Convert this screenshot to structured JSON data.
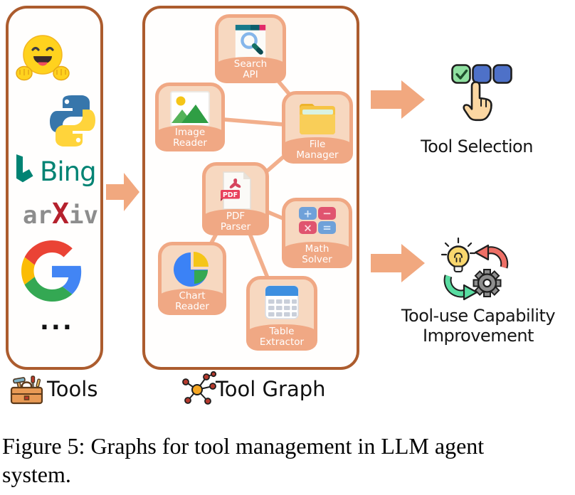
{
  "tools_panel": {
    "legend_label": "Tools",
    "bing_label": "Bing",
    "arxiv": {
      "pre": "ar",
      "x": "X",
      "post": "iv"
    },
    "ellipsis": "...",
    "logo_items": [
      {
        "icon": "huggingface-logo"
      },
      {
        "icon": "python-logo"
      },
      {
        "icon": "bing-logo"
      },
      {
        "icon": "arxiv-logo"
      },
      {
        "icon": "google-logo"
      },
      {
        "icon": "ellipsis"
      }
    ]
  },
  "graph_panel": {
    "legend_label": "Tool Graph",
    "pdf_badge": "PDF",
    "math_symbols": [
      "+",
      "−",
      "×",
      "="
    ],
    "nodes": [
      {
        "id": "search-api",
        "line1": "Search",
        "line2": "API",
        "icon": "browser-search-icon"
      },
      {
        "id": "image-reader",
        "line1": "Image",
        "line2": "Reader",
        "icon": "image-icon"
      },
      {
        "id": "file-manager",
        "line1": "File",
        "line2": "Manager",
        "icon": "folder-icon"
      },
      {
        "id": "pdf-parser",
        "line1": "PDF",
        "line2": "Parser",
        "icon": "pdf-file-icon"
      },
      {
        "id": "math-solver",
        "line1": "Math",
        "line2": "Solver",
        "icon": "calculator-icon"
      },
      {
        "id": "chart-reader",
        "line1": "Chart",
        "line2": "Reader",
        "icon": "pie-chart-icon"
      },
      {
        "id": "table-extractor",
        "line1": "Table",
        "line2": "Extractor",
        "icon": "table-icon"
      }
    ],
    "edges": [
      [
        "search-api",
        "file-manager"
      ],
      [
        "image-reader",
        "file-manager"
      ],
      [
        "file-manager",
        "pdf-parser"
      ],
      [
        "pdf-parser",
        "math-solver"
      ],
      [
        "pdf-parser",
        "chart-reader"
      ],
      [
        "pdf-parser",
        "table-extractor"
      ]
    ]
  },
  "outcomes": {
    "selection_label": "Tool Selection",
    "improvement_line1": "Tool-use Capability",
    "improvement_line2": "Improvement"
  },
  "caption": {
    "line1": "Figure 5: Graphs for tool management in LLM agent",
    "line2": "system."
  },
  "colors": {
    "panel_border": "#AC5C2E",
    "node_salmon": "#F0A884",
    "node_fill": "#F7D8C0",
    "arrow": "#F1A87F",
    "bing_teal": "#008373",
    "arxiv_red": "#B5212D"
  }
}
